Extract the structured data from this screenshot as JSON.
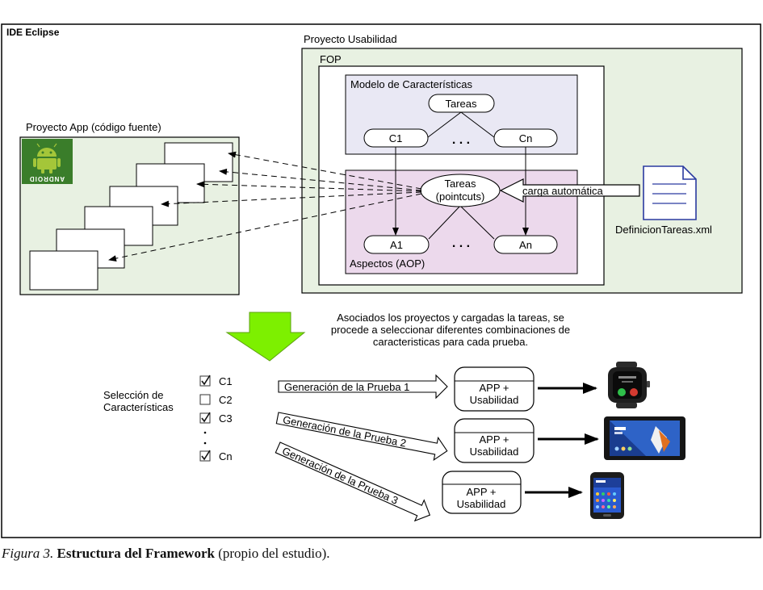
{
  "diagram": {
    "ide_label": "IDE Eclipse",
    "proyecto_usabilidad": "Proyecto Usabilidad",
    "fop": "FOP",
    "modelo": {
      "title": "Modelo de Características",
      "root": "Tareas",
      "left": "C1",
      "right": "Cn",
      "dots": ". . ."
    },
    "aspectos": {
      "title": "Aspectos (AOP)",
      "root_line1": "Tareas",
      "root_line2": "(pointcuts)",
      "left": "A1",
      "right": "An",
      "dots": ". . ."
    },
    "carga": "carga automática",
    "xml_file": "DefinicionTareas.xml",
    "proyecto_app": "Proyecto App (código fuente)",
    "android_text": "ANDROID",
    "description": [
      "Asociados los proyectos y cargadas la tareas, se",
      "procede a seleccionar diferentes combinaciones de",
      "caracteristicas para cada prueba."
    ],
    "seleccion": [
      "Selección de",
      "Características"
    ],
    "checkboxes": [
      {
        "label": "C1",
        "checked": true
      },
      {
        "label": "C2",
        "checked": false
      },
      {
        "label": "C3",
        "checked": true
      },
      {
        "label": "Cn",
        "checked": true
      }
    ],
    "pruebas": [
      "Generación de la Prueba 1",
      "Generación de la Prueba 2",
      "Generación de la Prueba 3"
    ],
    "app_line1": "APP +",
    "app_line2": "Usabilidad",
    "colors": {
      "green_bg": "#e8f1e2",
      "purple_bg": "#e9e8f4",
      "pink_bg": "#ecd9ec",
      "android_green": "#3a7d2a",
      "arrow_green": "#7df000",
      "doc_blue": "#2a3aa0"
    }
  },
  "caption": {
    "figure": "Figura 3.",
    "title": "Estructura del Framework",
    "note": "(propio del estudio)."
  }
}
